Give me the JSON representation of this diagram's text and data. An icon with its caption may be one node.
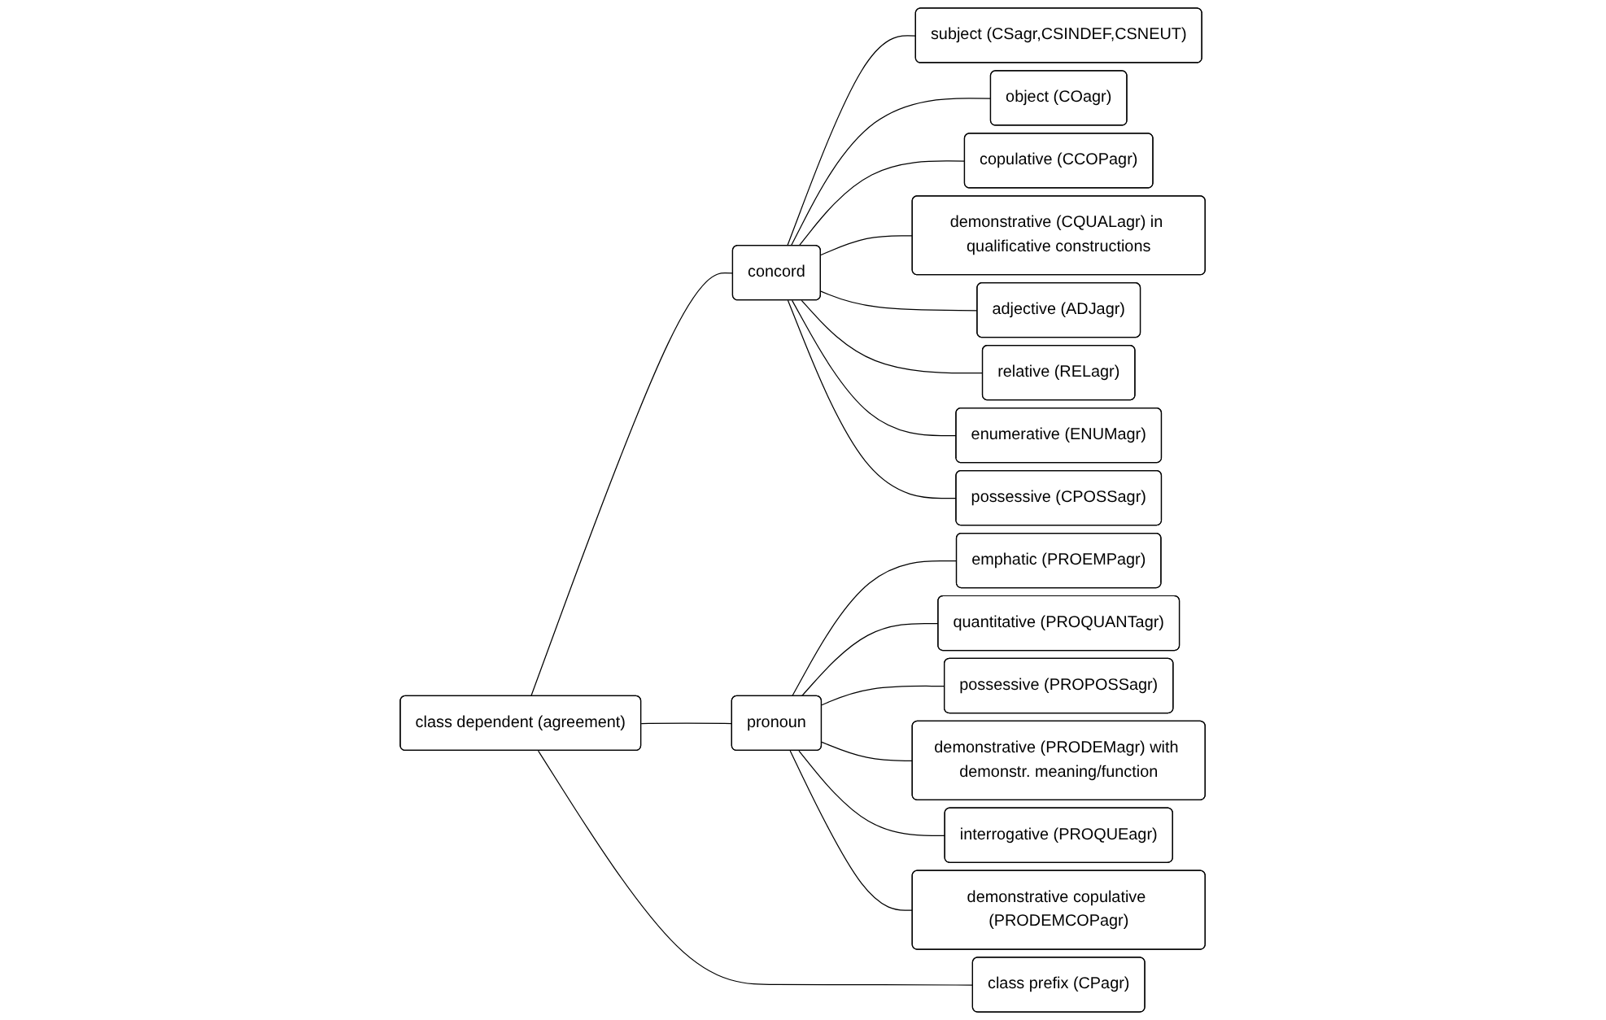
{
  "diagram": {
    "nodes": [
      {
        "text": [
          "class dependent (agreement)"
        ]
      },
      {
        "text": [
          "concord"
        ]
      },
      {
        "text": [
          "pronoun"
        ]
      },
      {
        "text": [
          "class prefix (CPagr)"
        ]
      },
      {
        "text": [
          "subject (CSagr,CSINDEF,CSNEUT)"
        ]
      },
      {
        "text": [
          "object (COagr)"
        ]
      },
      {
        "text": [
          "copulative (CCOPagr)"
        ]
      },
      {
        "text": [
          "demonstrative (CQUALagr) in qualificative constructions"
        ]
      },
      {
        "text": [
          "adjective (ADJagr)"
        ]
      },
      {
        "text": [
          "relative (RELagr)"
        ]
      },
      {
        "text": [
          "enumerative (ENUMagr)"
        ]
      },
      {
        "text": [
          "possessive (CPOSSagr)"
        ]
      },
      {
        "text": [
          "emphatic (PROEMPagr)"
        ]
      },
      {
        "text": [
          "quantitative (PROQUANTagr)"
        ]
      },
      {
        "text": [
          "possessive (PROPOSSagr)"
        ]
      },
      {
        "text": [
          "demonstrative (PRODEMagr) with demonstr. meaning/function"
        ]
      },
      {
        "text": [
          "interrogative (PROQUEagr)"
        ]
      },
      {
        "text": [
          "demonstrative copulative (PRODEMCOPagr)"
        ]
      }
    ],
    "edges": [
      {
        "from": 0,
        "to": 1,
        "arrow": "none"
      },
      {
        "from": 0,
        "to": 2,
        "arrow": "none"
      },
      {
        "from": 0,
        "to": 3,
        "arrow": "none"
      },
      {
        "from": 1,
        "to": 4,
        "arrow": "none"
      },
      {
        "from": 1,
        "to": 5,
        "arrow": "none"
      },
      {
        "from": 1,
        "to": 6,
        "arrow": "none"
      },
      {
        "from": 1,
        "to": 7,
        "arrow": "none"
      },
      {
        "from": 1,
        "to": 8,
        "arrow": "none"
      },
      {
        "from": 1,
        "to": 9,
        "arrow": "none"
      },
      {
        "from": 1,
        "to": 10,
        "arrow": "none"
      },
      {
        "from": 1,
        "to": 11,
        "arrow": "none"
      },
      {
        "from": 2,
        "to": 12,
        "arrow": "none"
      },
      {
        "from": 2,
        "to": 13,
        "arrow": "none"
      },
      {
        "from": 2,
        "to": 14,
        "arrow": "none"
      },
      {
        "from": 2,
        "to": 15,
        "arrow": "none"
      },
      {
        "from": 2,
        "to": 16,
        "arrow": "none"
      },
      {
        "from": 2,
        "to": 17,
        "arrow": "none"
      }
    ]
  }
}
